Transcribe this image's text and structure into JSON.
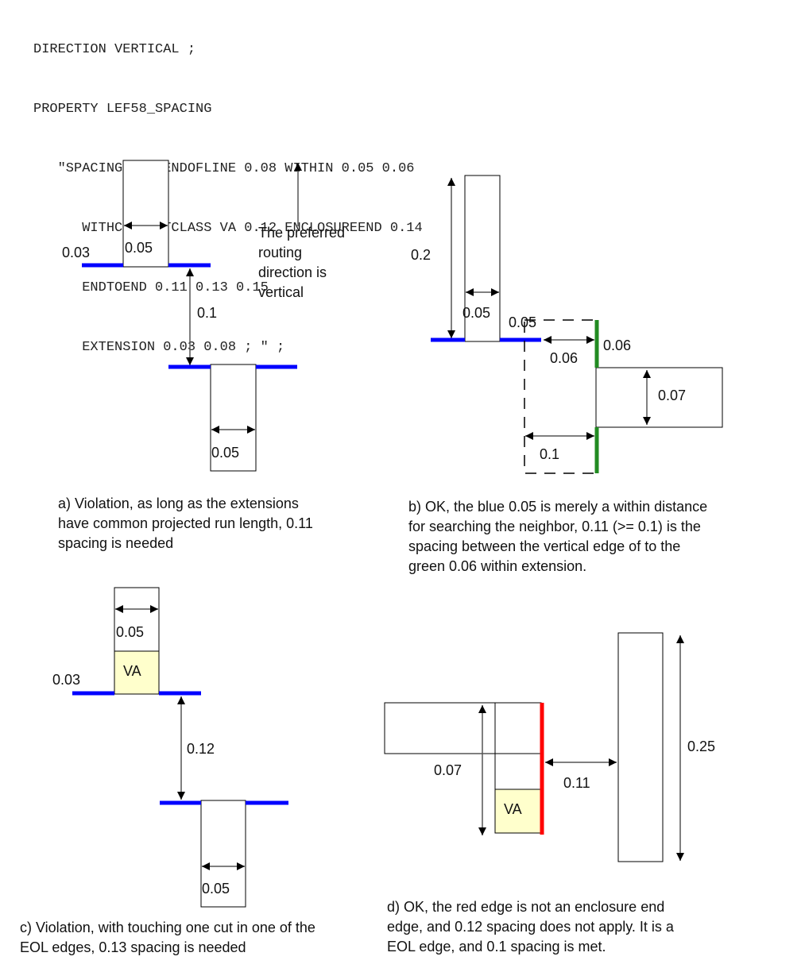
{
  "code_lines": [
    "DIRECTION VERTICAL ;",
    "PROPERTY LEF58_SPACING",
    "   \"SPACING 0.1 ENDOFLINE 0.08 WITHIN 0.05 0.06",
    "      WITHCUT CUTCLASS VA 0.12 ENCLOSUREEND 0.14",
    "      ENDTOEND 0.11 0.13 0.15",
    "      EXTENSION 0.03 0.08 ; \" ;"
  ],
  "colors": {
    "extension_blue": "#0000ff",
    "within_green": "#228b22",
    "red_edge": "#ff0000",
    "cut_fill": "#ffffcc"
  },
  "panel_a": {
    "ext_label": "0.03",
    "width_top": "0.05",
    "spacing": "0.1",
    "width_bottom": "0.05",
    "note": [
      "The preferred",
      "routing",
      "direction is",
      "vertical"
    ],
    "caption": [
      "a) Violation, as long as the extensions",
      "have common projected run length, 0.11",
      "spacing is needed"
    ]
  },
  "panel_b": {
    "length": "0.2",
    "width": "0.05",
    "within_blue": "0.05",
    "within_green": "0.06",
    "gap": "0.06",
    "neighbor_width": "0.07",
    "spacing": "0.1",
    "caption": [
      "b) OK, the blue 0.05 is merely a within distance",
      "for searching the neighbor, 0.11 (>= 0.1) is the",
      "spacing between the vertical edge of to the",
      "green 0.06 within extension."
    ]
  },
  "panel_c": {
    "width_top": "0.05",
    "cut_label": "VA",
    "ext_label": "0.03",
    "spacing": "0.12",
    "width_bottom": "0.05",
    "caption": [
      "c) Violation, with touching one cut in one of the",
      "EOL edges, 0.13 spacing is needed"
    ]
  },
  "panel_d": {
    "width": "0.07",
    "cut_label": "VA",
    "spacing": "0.11",
    "neighbor_length": "0.25",
    "caption": [
      "d) OK, the red edge is not an enclosure end",
      "edge, and 0.12 spacing does not apply.  It is a",
      "EOL edge, and 0.1 spacing is met."
    ]
  }
}
